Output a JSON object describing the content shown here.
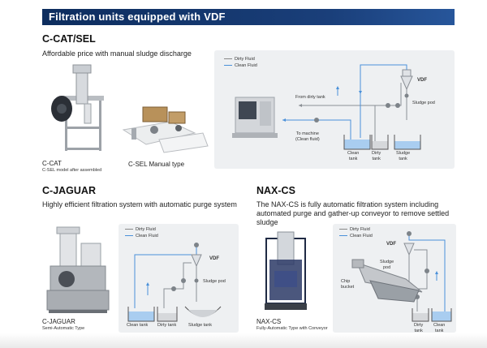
{
  "header": {
    "title": "Filtration units equipped with VDF"
  },
  "ccat": {
    "title": "C-CAT/SEL",
    "desc": "Affordable price with manual sludge discharge",
    "cap1": "C-CAT",
    "cap1_sub": "C-SEL model after assembled",
    "cap2": "C-SEL Manual type",
    "legend_dirty": "Dirty Fluid",
    "legend_clean": "Clean Fluid",
    "vdf": "VDF",
    "from_dirty": "From dirty tank",
    "to_machine": "To machine\n(Clean fluid)",
    "sludge_pod": "Sludge pod",
    "clean_tank": "Clean\ntank",
    "dirty_tank": "Dirty\ntank",
    "sludge_tank": "Sludge\ntank"
  },
  "cjaguar": {
    "title": "C-JAGUAR",
    "desc": "Highly efficient filtration system with automatic purge system",
    "cap": "C-JAGUAR",
    "cap_sub": "Semi-Automatic Type",
    "legend_dirty": "Dirty Fluid",
    "legend_clean": "Clean Fluid",
    "vdf": "VDF",
    "sludge_pod": "Sludge pod",
    "clean_tank": "Clean tank",
    "dirty_tank": "Dirty tank",
    "sludge_tank": "Sludge tank"
  },
  "naxcs": {
    "title": "NAX-CS",
    "desc": "The NAX-CS is fully automatic filtration system including automated purge and gather-up conveyor to remove settled sludge",
    "cap": "NAX-CS",
    "cap_sub": "Fully-Automatic Type with Conveyor",
    "legend_dirty": "Dirty Fluid",
    "legend_clean": "Clean Fluid",
    "vdf": "VDF",
    "sludge_pod": "Sludge\npod",
    "chip_bucket": "Chip\nbucket",
    "dirty_tank": "Dirty\ntank",
    "clean_tank": "Clean\ntank"
  }
}
